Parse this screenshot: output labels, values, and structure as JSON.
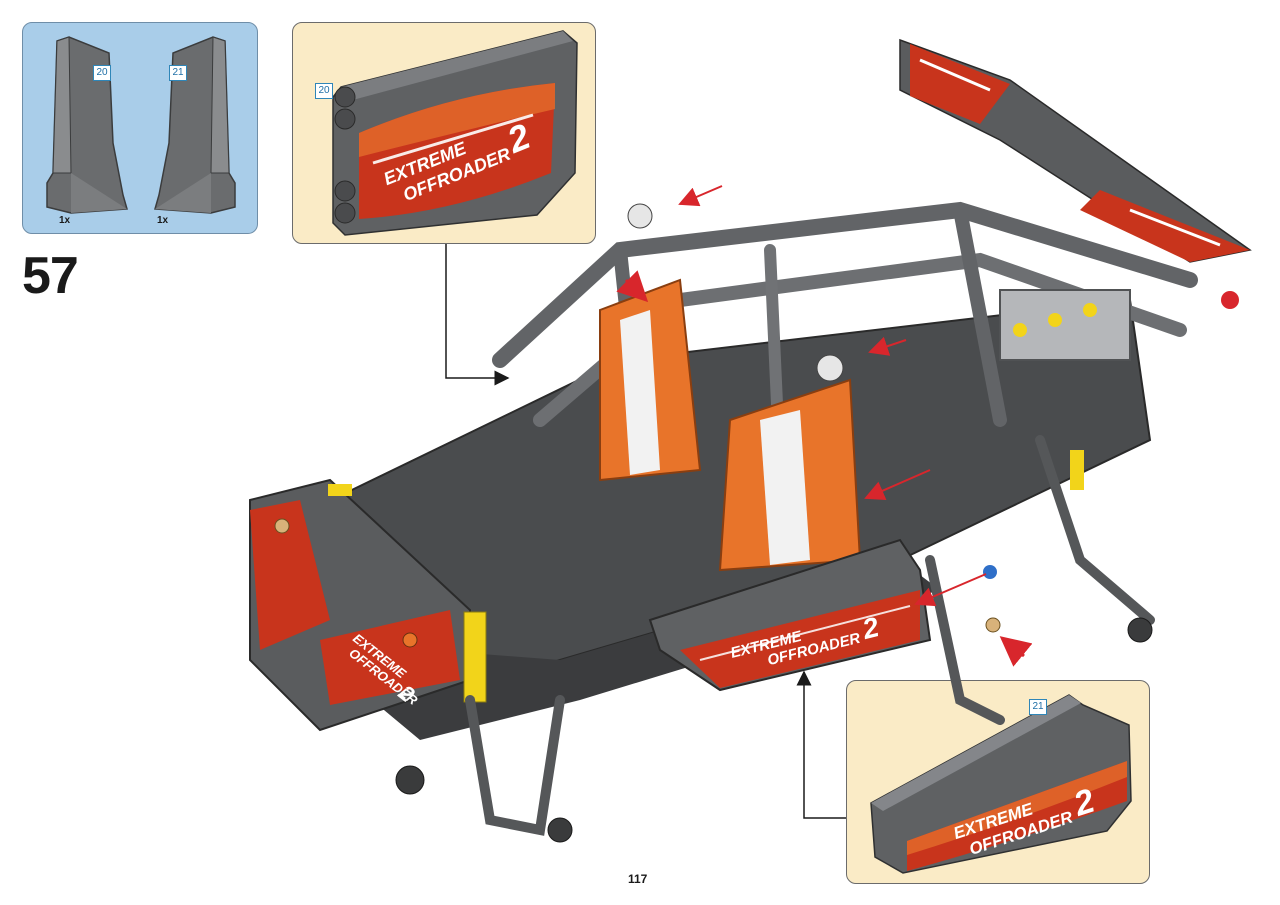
{
  "step": {
    "number": "57"
  },
  "parts_list": {
    "items": [
      {
        "id": "20",
        "quantity": "1x"
      },
      {
        "id": "21",
        "quantity": "1x"
      }
    ]
  },
  "callouts": [
    {
      "id": "20",
      "decal_line1": "EXTREME",
      "decal_line2": "OFFROADER",
      "decal_number": "2"
    },
    {
      "id": "21",
      "decal_line1": "EXTREME",
      "decal_line2": "OFFROADER",
      "decal_number": "2"
    }
  ],
  "model_decals": {
    "side_line1": "EXTREME",
    "side_line2": "OFFROADER",
    "side_number": "2",
    "front_line1": "EXTREME",
    "front_line2": "OFFROADER",
    "front_number": "2"
  },
  "page": {
    "number": "117"
  },
  "colors": {
    "parts_box_bg": "#a9cde9",
    "callout_bg": "#faebc6",
    "arrow_red": "#d8262c",
    "panel_gray": "#5f6163",
    "accent_orange": "#e8742a",
    "decal_red": "#c8341c"
  }
}
